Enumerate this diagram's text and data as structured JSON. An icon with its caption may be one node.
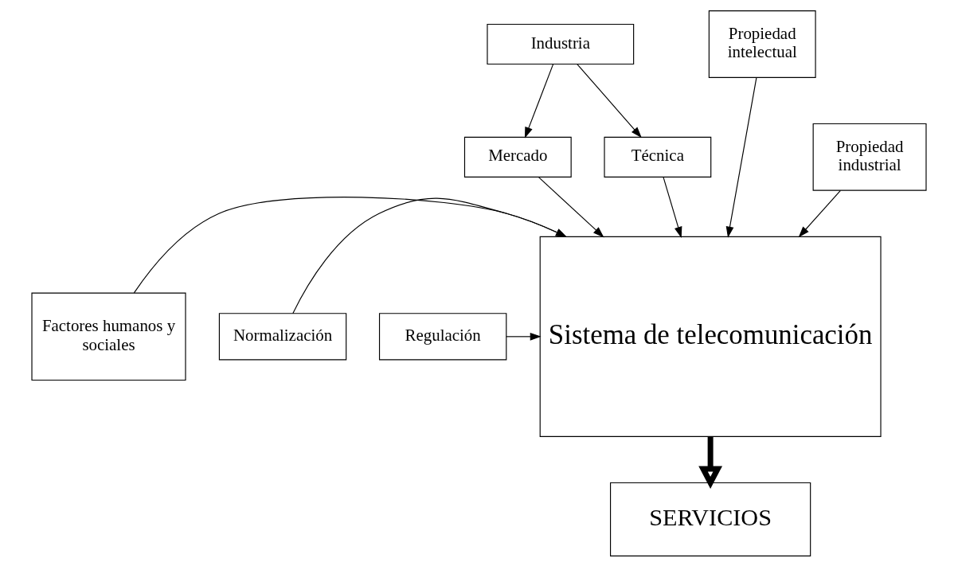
{
  "diagram": {
    "nodes": [
      {
        "text": [
          "Industria"
        ]
      },
      {
        "text": [
          "Mercado"
        ]
      },
      {
        "text": [
          "Técnica"
        ]
      },
      {
        "text": [
          "Propiedad intelectual"
        ]
      },
      {
        "text": [
          "Propiedad industrial"
        ]
      },
      {
        "text": [
          "Factores humanos y sociales"
        ]
      },
      {
        "text": [
          "Sistema de telecomunicación"
        ]
      },
      {
        "text": [
          "Normalización"
        ]
      },
      {
        "text": [
          "Regulación"
        ]
      },
      {
        "text": [
          "SERVICIOS"
        ]
      }
    ],
    "edges": [
      {
        "from": 0,
        "to": 1,
        "arrow": "to"
      },
      {
        "from": 0,
        "to": 2,
        "arrow": "to"
      },
      {
        "from": 1,
        "to": 6,
        "arrow": "to"
      },
      {
        "from": 2,
        "to": 6,
        "arrow": "to"
      },
      {
        "from": 3,
        "to": 6,
        "arrow": "to"
      },
      {
        "from": 4,
        "to": 6,
        "arrow": "to"
      },
      {
        "from": 5,
        "to": 6,
        "arrow": "to"
      },
      {
        "from": 7,
        "to": 6,
        "arrow": "to"
      },
      {
        "from": 8,
        "to": 6,
        "arrow": "to"
      },
      {
        "from": 6,
        "to": 9,
        "arrow": "to",
        "style": "thick"
      }
    ]
  }
}
